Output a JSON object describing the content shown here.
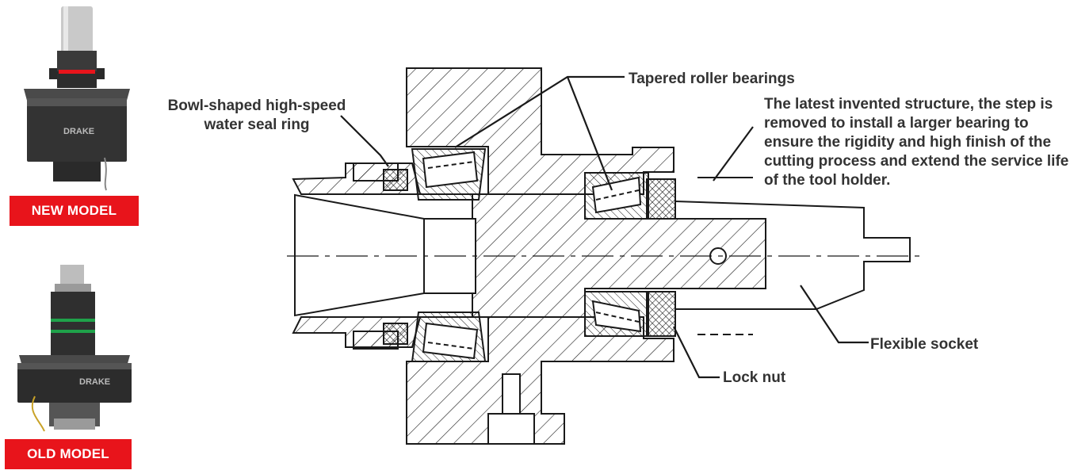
{
  "colors": {
    "badge_red": "#e8141b",
    "line": "#1a1a1a",
    "label_text": "#333333"
  },
  "products": {
    "new_model_label": "NEW MODEL",
    "old_model_label": "OLD MODEL",
    "brand_text": "DRAKE"
  },
  "callouts": {
    "tapered_roller_bearings": "Tapered roller bearings",
    "bowl_seal": "Bowl-shaped high-speed water seal ring",
    "latest_structure": "The latest invented structure, the step is removed to install a larger bearing to ensure the rigidity and high finish of the cutting process and extend the service life of the tool holder.",
    "flexible_socket": "Flexible socket",
    "lock_nut": "Lock nut"
  }
}
